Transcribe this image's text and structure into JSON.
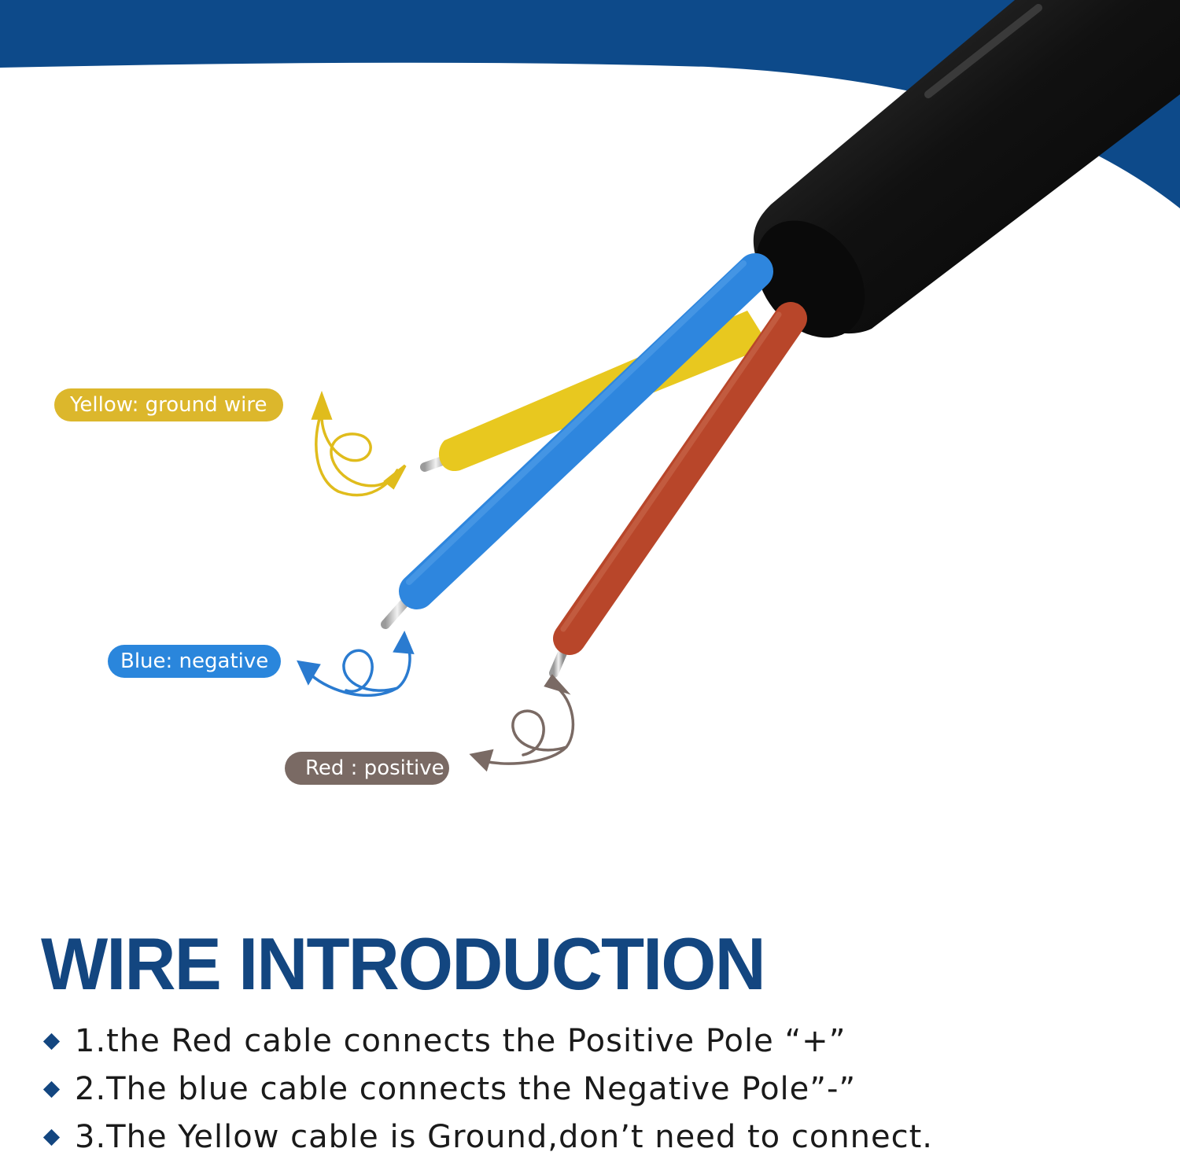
{
  "colors": {
    "band": "#0d4a8a",
    "title": "#134680",
    "yellow": "#e8c81f",
    "blue": "#2e86de",
    "red": "#b8462a",
    "label_yellow": "#dcb72c",
    "label_blue": "#2a86dc",
    "label_red": "#7a6a64"
  },
  "labels": {
    "yellow": "Yellow: ground wire",
    "blue": "Blue: negative",
    "red": "Red : positive"
  },
  "title": "WIRE INTRODUCTION",
  "bullets": [
    "1.the Red cable connects the Positive Pole  “+”",
    "2.The blue cable connects the Negative Pole”-”",
    "3.The Yellow cable is Ground,don’t need to connect."
  ]
}
